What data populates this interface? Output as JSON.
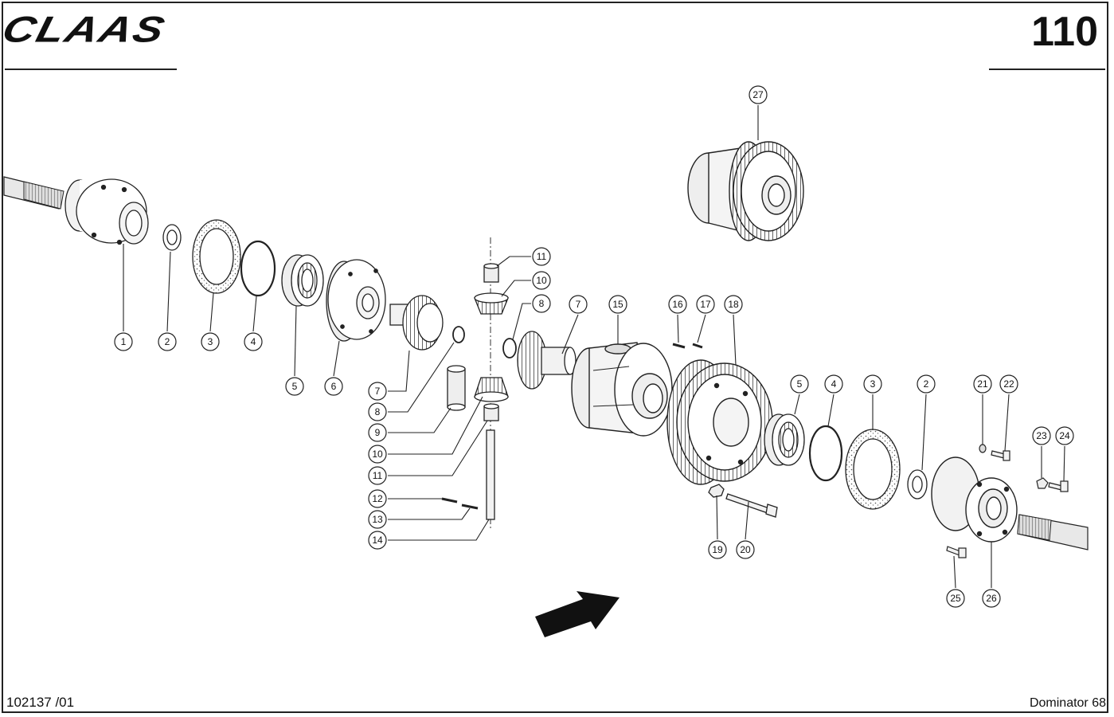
{
  "header": {
    "brand": "CLAAS",
    "page_number": "110"
  },
  "footer": {
    "document_id": "102137 /01",
    "model": "Dominator 68"
  },
  "callouts": [
    {
      "id": "c1",
      "label": "1"
    },
    {
      "id": "c2",
      "label": "2"
    },
    {
      "id": "c3",
      "label": "3"
    },
    {
      "id": "c4",
      "label": "4"
    },
    {
      "id": "c5",
      "label": "5"
    },
    {
      "id": "c6",
      "label": "6"
    },
    {
      "id": "c7a",
      "label": "7"
    },
    {
      "id": "c8a",
      "label": "8"
    },
    {
      "id": "c9",
      "label": "9"
    },
    {
      "id": "c10a",
      "label": "10"
    },
    {
      "id": "c11a",
      "label": "11"
    },
    {
      "id": "c12",
      "label": "12"
    },
    {
      "id": "c13",
      "label": "13"
    },
    {
      "id": "c14",
      "label": "14"
    },
    {
      "id": "c11b",
      "label": "11"
    },
    {
      "id": "c10b",
      "label": "10"
    },
    {
      "id": "c8b",
      "label": "8"
    },
    {
      "id": "c7b",
      "label": "7"
    },
    {
      "id": "c15",
      "label": "15"
    },
    {
      "id": "c16",
      "label": "16"
    },
    {
      "id": "c17",
      "label": "17"
    },
    {
      "id": "c18",
      "label": "18"
    },
    {
      "id": "c19",
      "label": "19"
    },
    {
      "id": "c20",
      "label": "20"
    },
    {
      "id": "c5b",
      "label": "5"
    },
    {
      "id": "c4b",
      "label": "4"
    },
    {
      "id": "c3b",
      "label": "3"
    },
    {
      "id": "c2b",
      "label": "2"
    },
    {
      "id": "c21",
      "label": "21"
    },
    {
      "id": "c22",
      "label": "22"
    },
    {
      "id": "c23",
      "label": "23"
    },
    {
      "id": "c24",
      "label": "24"
    },
    {
      "id": "c25",
      "label": "25"
    },
    {
      "id": "c26",
      "label": "26"
    },
    {
      "id": "c27",
      "label": "27"
    }
  ]
}
